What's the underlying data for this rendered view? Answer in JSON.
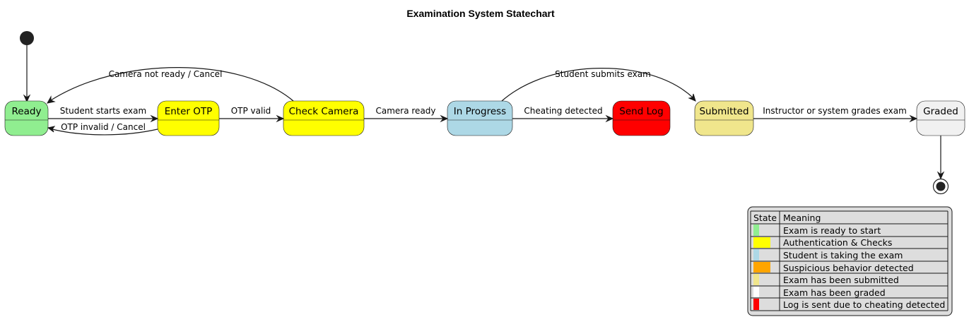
{
  "title": "Examination System Statechart",
  "states": {
    "ready": {
      "label": "Ready",
      "color": "#90EE90"
    },
    "otp": {
      "label": "Enter OTP",
      "color": "#FFFF00"
    },
    "camera": {
      "label": "Check Camera",
      "color": "#FFFF00"
    },
    "progress": {
      "label": "In Progress",
      "color": "#ADD8E6"
    },
    "sendlog": {
      "label": "Send Log",
      "color": "#FF0000"
    },
    "submitted": {
      "label": "Submitted",
      "color": "#F0E68C"
    },
    "graded": {
      "label": "Graded",
      "color": "#F1F1F1"
    }
  },
  "transitions": {
    "ready_otp": "Student starts exam",
    "otp_ready": "OTP invalid / Cancel",
    "otp_camera": "OTP valid",
    "camera_ready": "Camera not ready / Cancel",
    "camera_progress": "Camera ready",
    "progress_sendlog": "Cheating detected",
    "progress_submitted": "Student submits exam",
    "submitted_graded": "Instructor or system grades exam"
  },
  "legend": {
    "headers": [
      "State",
      "Meaning"
    ],
    "rows": [
      {
        "color": "#90EE90",
        "meaning": "Exam is ready to start"
      },
      {
        "color": "#FFFF00",
        "meaning": "Authentication & Checks"
      },
      {
        "color": "#ADD8E6",
        "meaning": "Student is taking the exam"
      },
      {
        "color": "#FFA500",
        "meaning": "Suspicious behavior detected"
      },
      {
        "color": "#F0E68C",
        "meaning": "Exam has been submitted"
      },
      {
        "color": "#FFFFFF",
        "meaning": "Exam has been graded"
      },
      {
        "color": "#FF0000",
        "meaning": "Log is sent due to cheating detected"
      }
    ]
  }
}
